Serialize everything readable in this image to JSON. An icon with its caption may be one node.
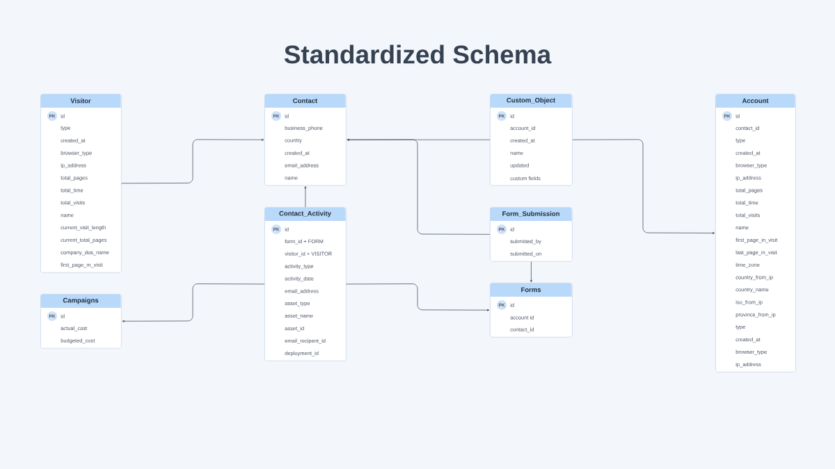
{
  "diagram": {
    "title": "Standardized Schema",
    "nodes": [
      {
        "text": [
          "Visitor",
          "PK",
          "id",
          "type",
          "created_at",
          "browser_type",
          "ip_address",
          "total_pages",
          "total_time",
          "total_visits",
          "name",
          "current_visit_length",
          "current_total_pages",
          "company_dos_name",
          "first_page_m_visit"
        ]
      },
      {
        "text": [
          "Contact",
          "PK",
          "id",
          "business_phone",
          "country",
          "created_at",
          "email_address",
          "name"
        ]
      },
      {
        "text": [
          "Custom_Object",
          "PK",
          "id",
          "account_id",
          "created_at",
          "name",
          "updated",
          "custom fields"
        ]
      },
      {
        "text": [
          "Account",
          "PK",
          "id",
          "contact_id",
          "type",
          "created_at",
          "browser_type",
          "ip_address",
          "total_pages",
          "total_time",
          "total_visits",
          "name",
          "first_page_in_visit",
          "last_page_in_visit",
          "time_zone",
          "country_from_ip",
          "country_name",
          "iso_from_ip",
          "province_from_ip",
          "type",
          "created_at",
          "browser_type",
          "ip_address"
        ]
      },
      {
        "text": [
          "Contact_Activity",
          "PK",
          "id",
          "form_id + FORM",
          "visitor_id + VISITOR",
          "activity_type",
          "activity_date",
          "email_address",
          "asset_type",
          "asset_name",
          "asset_id",
          "email_recipent_id",
          "deployment_id"
        ]
      },
      {
        "text": [
          "Form_Submission",
          "PK",
          "id",
          "submitted_by",
          "submitted_on"
        ]
      },
      {
        "text": [
          "Forms",
          "PK",
          "id",
          "account id",
          "contact_id"
        ]
      },
      {
        "text": [
          "Campaigns",
          "PK",
          "id",
          "actual_cost",
          "budgeted_cost"
        ]
      }
    ],
    "edges": [
      {
        "from": 0,
        "to": 1,
        "arrow": "to"
      },
      {
        "from": 2,
        "to": 1,
        "arrow": "to"
      },
      {
        "from": 5,
        "to": 1,
        "arrow": "to"
      },
      {
        "from": 2,
        "to": 3,
        "arrow": "to"
      },
      {
        "from": 4,
        "to": 1,
        "arrow": "to"
      },
      {
        "from": 4,
        "to": 7,
        "arrow": "to"
      },
      {
        "from": 4,
        "to": 6,
        "arrow": "to"
      },
      {
        "from": 5,
        "to": 6,
        "arrow": "to"
      }
    ]
  }
}
